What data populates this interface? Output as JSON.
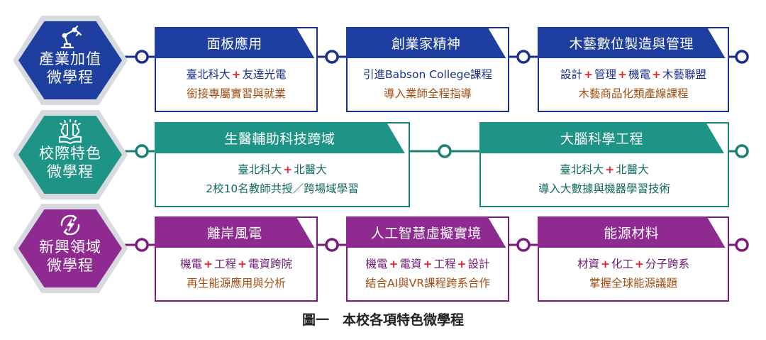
{
  "colors": {
    "row1": "#1b2f8a",
    "row1_fill": "#1e3fa0",
    "row1_text": "#1b2f8a",
    "row2": "#1a8074",
    "row2_fill": "#1e9486",
    "row2_text": "#136b60",
    "row3": "#7a1b7c",
    "row3_fill": "#8e2a90",
    "row3_text": "#6d1870",
    "plus": "#e8232e",
    "line2_accent": "#a24d12"
  },
  "rows": [
    {
      "hex": {
        "icon": "robot-arm-icon",
        "line1": "產業加值",
        "line2": "微學程"
      },
      "cards": [
        {
          "title": "面板應用",
          "line1": [
            "臺北科大",
            "+",
            "友達光電"
          ],
          "line2": "銜接專屬實習與就業"
        },
        {
          "title": "創業家精神",
          "line1": [
            "引進Babson College課程"
          ],
          "line2": "導入業師全程指導"
        },
        {
          "title": "木藝數位製造與管理",
          "line1": [
            "設計",
            "+",
            "管理",
            "+",
            "機電",
            "+",
            "木藝聯盟"
          ],
          "line2": "木藝商品化類產線課程"
        }
      ]
    },
    {
      "hex": {
        "icon": "brain-book-icon",
        "line1": "校際特色",
        "line2": "微學程"
      },
      "cards": [
        {
          "title": "生醫輔助科技跨域",
          "line1": [
            "臺北科大",
            "+",
            "北醫大"
          ],
          "line2": "2校10名教師共授／跨場域學習"
        },
        {
          "title": "大腦科學工程",
          "line1": [
            "臺北科大",
            "+",
            "北醫大"
          ],
          "line2": "導入大數據與機器學習技術"
        }
      ]
    },
    {
      "hex": {
        "icon": "energy-cycle-icon",
        "line1": "新興領域",
        "line2": "微學程"
      },
      "cards": [
        {
          "title": "離岸風電",
          "line1": [
            "機電",
            "+",
            "工程",
            "+",
            "電資跨院"
          ],
          "line2": "再生能源應用與分析"
        },
        {
          "title": "人工智慧虛擬實境",
          "line1": [
            "機電",
            "+",
            "電資",
            "+",
            "工程",
            "+",
            "設計"
          ],
          "line2": "結合AI與VR課程跨系合作"
        },
        {
          "title": "能源材料",
          "line1": [
            "材資",
            "+",
            "化工",
            "+",
            "分子跨系"
          ],
          "line2": "掌握全球能源議題"
        }
      ]
    }
  ],
  "caption": "圖一　本校各項特色微學程"
}
